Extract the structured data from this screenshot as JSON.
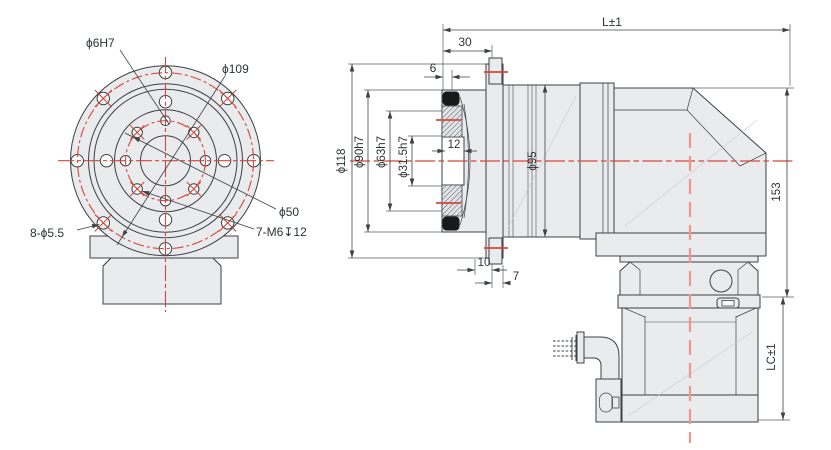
{
  "drawing": {
    "front_view": {
      "labels": {
        "dowel_hole": "ϕ6H7",
        "bolt_circle_dia": "ϕ109",
        "pilot_circle_dia": "ϕ50",
        "through_holes": "8-ϕ5.5",
        "tapped_holes": "7-M6↧12"
      }
    },
    "side_view": {
      "labels": {
        "overall_length": "L±1",
        "flange_offset": "30",
        "seal_offset": "6",
        "flange_dia": "ϕ118",
        "spigot_dia": "ϕ90h7",
        "pilot_dia": "ϕ63h7",
        "bore_dia": "ϕ31.5h7",
        "bore_depth": "12",
        "body_dia": "ϕ95",
        "head_height": "153",
        "motor_length": "LC±1",
        "flange_thickness": "10",
        "boss_width": "7"
      }
    },
    "colors": {
      "centerline_red": "#d9453a",
      "motor_centerline_red": "#f0968c",
      "line_dark": "#3c4146",
      "body_fill": "#e9ebed"
    }
  }
}
